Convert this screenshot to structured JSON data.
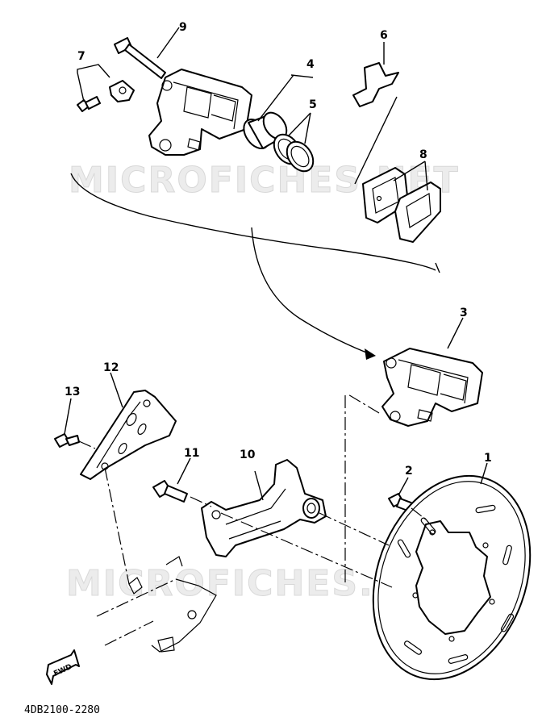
{
  "watermark": "MICROFICHES.NET",
  "diagram_code": "4DB2100-2280",
  "fwd_label": "FWD",
  "callouts": {
    "n1": "1",
    "n2": "2",
    "n3": "3",
    "n4": "4",
    "n5": "5",
    "n6": "6",
    "n7": "7",
    "n8": "8",
    "n9": "9",
    "n10": "10",
    "n11": "11",
    "n12": "12",
    "n13": "13"
  }
}
